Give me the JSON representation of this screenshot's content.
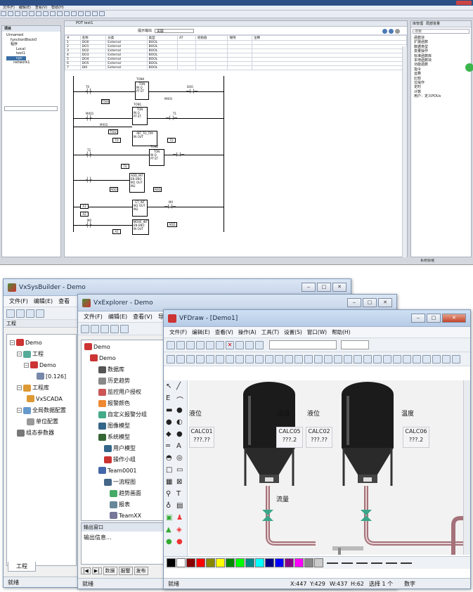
{
  "s1": {
    "menu": [
      "文件(F)",
      "编辑(E)",
      "查看(V)",
      "帮助(H)"
    ],
    "left_header": "项目",
    "tree": [
      "Unnamed",
      "functionBlock0",
      "程序",
      "Local",
      "test1",
      "cyc",
      "network1"
    ],
    "editor_tab": "POT test1",
    "prop_label": "提示输出",
    "prop_value": "关联",
    "var_headers": [
      "#",
      "名称",
      "分类",
      "类型",
      "AT",
      "初始值",
      "保持",
      "注释"
    ],
    "var_rows": [
      [
        "1",
        "DO0",
        "External",
        "BOOL"
      ],
      [
        "2",
        "DO1",
        "External",
        "BOOL"
      ],
      [
        "3",
        "DO2",
        "External",
        "BOOL"
      ],
      [
        "4",
        "DO3",
        "External",
        "BOOL"
      ],
      [
        "5",
        "DO4",
        "External",
        "BOOL"
      ],
      [
        "6",
        "DO5",
        "External",
        "BOOL"
      ],
      [
        "7",
        "DI0",
        "External",
        "BOOL"
      ]
    ],
    "ladder": {
      "ton0": "TON0",
      "ton1": "TON1",
      "ton2": "TON2",
      "ton": "TON",
      "in": "IN",
      "q": "Q",
      "pt": "PT",
      "et": "ET",
      "t0": "T0",
      "t1": "T1",
      "t2": "T2",
      "mx1": "MX01",
      "mx2": "MX02",
      "do0": "DO0",
      "int2tim": "INT_TO_TIM",
      "add_int": "ADD_INT",
      "gt_int": "GT_INT",
      "move_int": "MOVE_INT",
      "en": "EN",
      "eno": "ENO",
      "i1": "IN1",
      "i2": "IN2",
      "out": "OUT",
      "m0": "M0",
      "a1": "A1",
      "a2": "A2",
      "add": "ADD",
      "t500": "T500",
      "t502": "T502"
    },
    "right_tabs": [
      "库管理",
      "局部变量"
    ],
    "right_search": "搜索",
    "right_items": [
      "函数块",
      "扩展函数",
      "数据类型",
      "变量操作",
      "标准函数库",
      "本地函数块",
      "功能函数",
      "指令",
      "运算",
      "比较",
      "位操作",
      "定时",
      "计数",
      "用户：定义POUs"
    ],
    "statusbar": "系统就绪"
  },
  "s2": {
    "w1": {
      "title": "VxSysBuilder - Demo",
      "menu": [
        "文件(F)",
        "编辑(E)",
        "查看"
      ],
      "tab": "工程",
      "tree": [
        "Demo",
        "工程",
        "Demo",
        "[0.126]",
        "工程库",
        "VxSCADA",
        "全局数据配置",
        "单位配置",
        "组态参数器"
      ],
      "status": "就绪"
    },
    "w2": {
      "title": "VxExplorer - Demo",
      "menu": [
        "文件(F)",
        "编辑(E)",
        "查看(V)",
        "导"
      ],
      "tree": [
        "Demo",
        "Demo",
        "数据库",
        "历史趋势",
        "监控用户授权",
        "报警颜色",
        "自定义报警分组",
        "图像模型",
        "系统模型",
        "用户模型",
        "操作小组",
        "Team0001",
        "一流程图",
        "趋势画面",
        "报表",
        "TeamXX"
      ],
      "out_title": "输出窗口",
      "out_text": "输出信息...",
      "tabs": [
        "数据",
        "报警",
        "发布"
      ],
      "status": "就绪"
    },
    "w3": {
      "title": "VFDraw - [Demo1]",
      "menu": [
        "文件(F)",
        "编辑(E)",
        "查看(V)",
        "操作(A)",
        "工具(T)",
        "设置(S)",
        "窗口(W)",
        "帮助(H)"
      ],
      "labels": {
        "level1": "液位",
        "temp1": "温度",
        "level2": "液位",
        "temp2": "温度",
        "flow": "流量"
      },
      "calcs": [
        {
          "name": "CALC01",
          "val": "???.??"
        },
        {
          "name": "CALC05",
          "val": "???.2"
        },
        {
          "name": "CALC02",
          "val": "???.??"
        },
        {
          "name": "CALC06",
          "val": "???.2"
        }
      ],
      "status": {
        "ready": "就绪",
        "x": "X:447",
        "y": "Y:429",
        "w": "W:437",
        "h": "H:62",
        "sel": "选择 1 个",
        "num": "数字"
      }
    }
  },
  "colors": {
    "pipe": "#a5727a",
    "tank": "#1b1b1b",
    "accent": "#3a6ea5"
  }
}
